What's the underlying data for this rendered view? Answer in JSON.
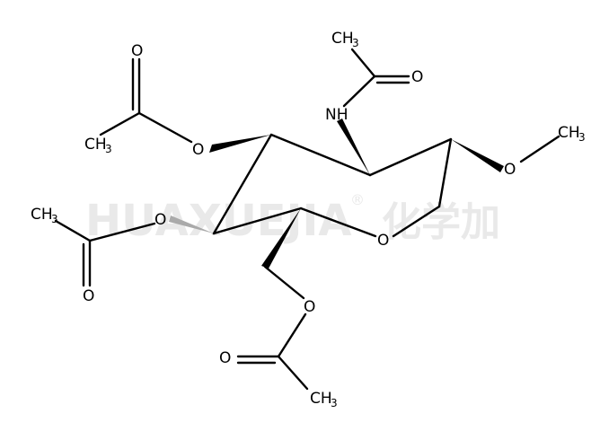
{
  "watermark": {
    "text": "HUAXUEJIA",
    "registered": "®",
    "chinese": "化学加"
  },
  "labels": {
    "ch3_top": "CH",
    "ch3_top_sub": "3",
    "o_amide": "O",
    "nh": "NH",
    "ch3_right": "CH",
    "ch3_right_sub": "3",
    "o_methoxy": "O",
    "o_acetyl_topleft_carbonyl": "O",
    "ch3_left_upper": "CH",
    "ch3_left_upper_sub": "3",
    "o_c3": "O",
    "ch3_left_lower": "CH",
    "ch3_left_lower_sub": "3",
    "o_c4": "O",
    "o_acetyl_left_carbonyl": "O",
    "o_ring": "O",
    "o_c6": "O",
    "o_acetyl_bottom_carbonyl": "O",
    "ch3_bottom": "CH",
    "ch3_bottom_sub": "3"
  }
}
